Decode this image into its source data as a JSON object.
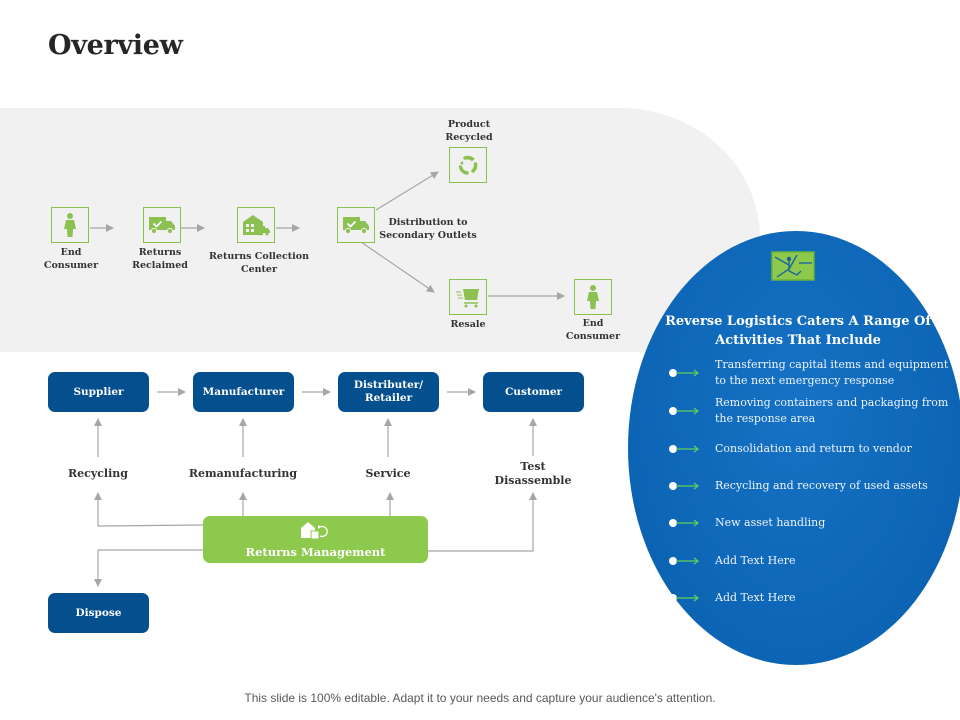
{
  "title": "Overview",
  "colors": {
    "navy_box": "#04508f",
    "green_box": "#8cc94d",
    "icon_green": "#8cc152",
    "ellipse_blue": "#0c64b4",
    "band_gray": "#f1f1f1",
    "arrow_gray": "#a6a6a6"
  },
  "top_flow": {
    "nodes": [
      {
        "id": "end-consumer",
        "icon": "person-icon",
        "label_lines": [
          "End",
          "Consumer"
        ]
      },
      {
        "id": "returns-reclaimed",
        "icon": "truck-check-icon",
        "label_lines": [
          "Returns",
          "Reclaimed"
        ]
      },
      {
        "id": "returns-collection-center",
        "icon": "warehouse-icon",
        "label_lines": [
          "Returns Collection",
          "Center"
        ]
      },
      {
        "id": "distribution",
        "icon": "truck-check-icon",
        "label_lines": [
          "Distribution to",
          "Secondary Outlets"
        ]
      },
      {
        "id": "product-recycled",
        "icon": "recycle-icon",
        "label_lines": [
          "Product",
          "Recycled"
        ]
      },
      {
        "id": "resale",
        "icon": "cart-icon",
        "label_lines": [
          "Resale"
        ]
      },
      {
        "id": "end-consumer-2",
        "icon": "person-icon",
        "label_lines": [
          "End",
          "Consumer"
        ]
      }
    ]
  },
  "supply_chain": {
    "boxes": [
      {
        "id": "supplier",
        "label_lines": [
          "Supplier"
        ]
      },
      {
        "id": "manufacturer",
        "label_lines": [
          "Manufacturer"
        ]
      },
      {
        "id": "distributer",
        "label_lines": [
          "Distributer/",
          "Retailer"
        ]
      },
      {
        "id": "customer",
        "label_lines": [
          "Customer"
        ]
      }
    ],
    "activities": [
      {
        "id": "recycling",
        "label_lines": [
          "Recycling"
        ]
      },
      {
        "id": "remanufacturing",
        "label_lines": [
          "Remanufacturing"
        ]
      },
      {
        "id": "service",
        "label_lines": [
          "Service"
        ]
      },
      {
        "id": "test-disassemble",
        "label_lines": [
          "Test",
          "Disassemble"
        ]
      }
    ],
    "returns_management": {
      "icon": "returns-house-icon",
      "label": "Returns Management"
    },
    "dispose": {
      "label": "Dispose"
    }
  },
  "panel": {
    "icon": "map-route-icon",
    "title_lines": [
      "Reverse Logistics Caters A Range Of",
      "Activities That Include"
    ],
    "items": [
      {
        "lines": [
          "Transferring  capital items and equipment",
          "to the next emergency  response"
        ]
      },
      {
        "lines": [
          "Removing containers  and packaging  from",
          "the response area"
        ]
      },
      {
        "lines": [
          "Consolidation and return  to vendor"
        ]
      },
      {
        "lines": [
          "Recycling and recovery of used assets"
        ]
      },
      {
        "lines": [
          "New asset handling"
        ]
      },
      {
        "lines": [
          "Add Text Here"
        ]
      },
      {
        "lines": [
          "Add Text Here"
        ]
      }
    ]
  },
  "footer": "This slide is 100% editable. Adapt it to your needs and capture your audience's attention."
}
